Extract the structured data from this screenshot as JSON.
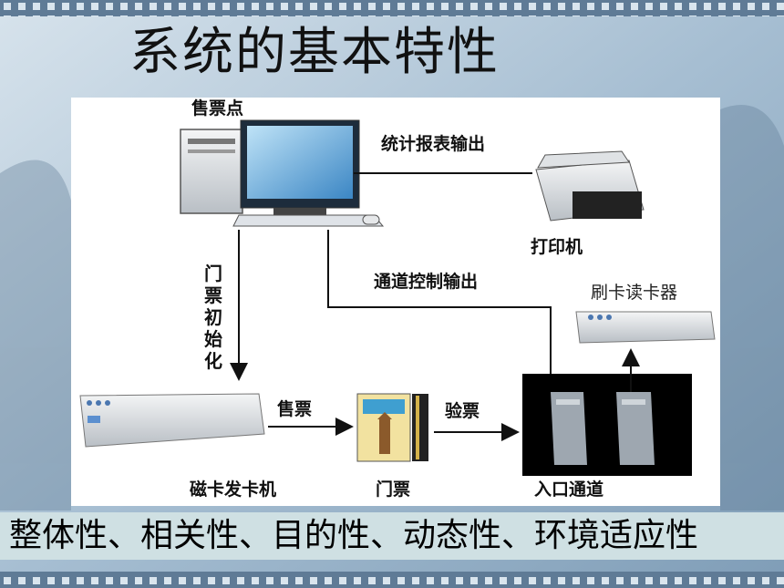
{
  "title": "系统的基本特性",
  "diagram": {
    "ticket_point": "售票点",
    "report_output": "统计报表输出",
    "printer": "打印机",
    "channel_control_output": "通道控制输出",
    "card_reader": "刷卡读卡器",
    "ticket_init": "门票初始化",
    "sell_ticket": "售票",
    "check_ticket": "验票",
    "card_issuer": "磁卡发卡机",
    "ticket": "门票",
    "entrance": "入口通道"
  },
  "footer": "整体性、相关性、目的性、动态性、环境适应性",
  "colors": {
    "background": "#9fb7cc",
    "panel": "#ffffff",
    "footer_bar": "#cfe0e3",
    "screen_blue": "#5aa2d6"
  },
  "icons": [
    "computer-icon",
    "printer-icon",
    "card-reader-icon",
    "card-issuer-icon",
    "ticket-icon",
    "turnstile-icon"
  ]
}
